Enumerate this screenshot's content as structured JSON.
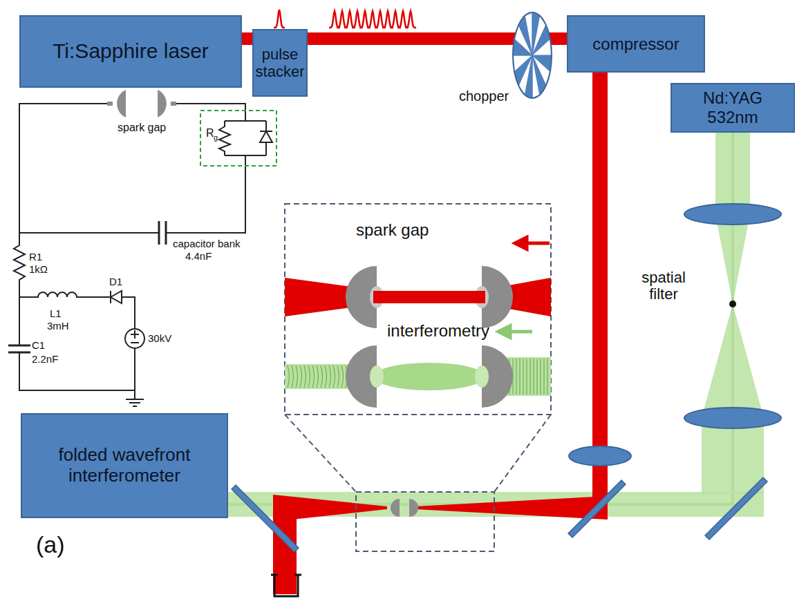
{
  "diagram": {
    "nodes": [
      {
        "text": [
          "Ti:Sapphire laser"
        ]
      },
      {
        "text": [
          "pulse stacker"
        ]
      },
      {
        "text": [
          "compressor"
        ]
      },
      {
        "text": [
          "Nd:YAG 532nm"
        ]
      },
      {
        "text": [
          "folded wavefront interferometer"
        ]
      }
    ],
    "edges": [
      {
        "from": 0,
        "to": 1,
        "arrow": "none"
      },
      {
        "from": 1,
        "to": 2,
        "arrow": "none"
      },
      {
        "from": 3,
        "to": 4,
        "arrow": "none"
      }
    ],
    "labels": [
      "spark gap",
      "R",
      "g",
      "capacitor bank",
      "4.4nF",
      "R1",
      "1kΩ",
      "L1",
      "3mH",
      "D1",
      "30kV",
      "C1",
      "2.2nF",
      "spark gap",
      "interferometry",
      "chopper",
      "spatial filter",
      "(a)"
    ]
  }
}
